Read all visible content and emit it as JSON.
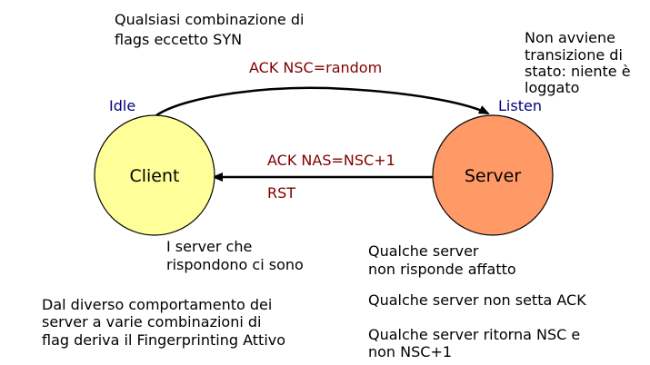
{
  "top_note": [
    "Qualsiasi combinazione di",
    "flags eccetto SYN"
  ],
  "arrow_top_label": "ACK NSC=random",
  "right_note": [
    "Non avviene",
    "transizione di",
    "stato: niente è",
    "loggato"
  ],
  "client": {
    "name": "Client",
    "state": "Idle"
  },
  "server": {
    "name": "Server",
    "state": "Listen"
  },
  "arrow_mid_label": "ACK NAS=NSC+1",
  "arrow_mid_sublabel": "RST",
  "client_note": [
    "I server che",
    "rispondono ci sono"
  ],
  "server_notes": [
    [
      "Qualche server",
      "non risponde affatto"
    ],
    [
      "Qualche server non setta ACK"
    ],
    [
      "Qualche server ritorna NSC e",
      "non NSC+1"
    ]
  ],
  "bottom_note": [
    "Dal diverso comportamento dei",
    "server a varie combinazioni di",
    "flag deriva il Fingerprinting Attivo"
  ],
  "colors": {
    "client_fill": "#ffff99",
    "server_fill": "#ff9966",
    "state_label": "#000080",
    "arrow_label": "#800000"
  }
}
